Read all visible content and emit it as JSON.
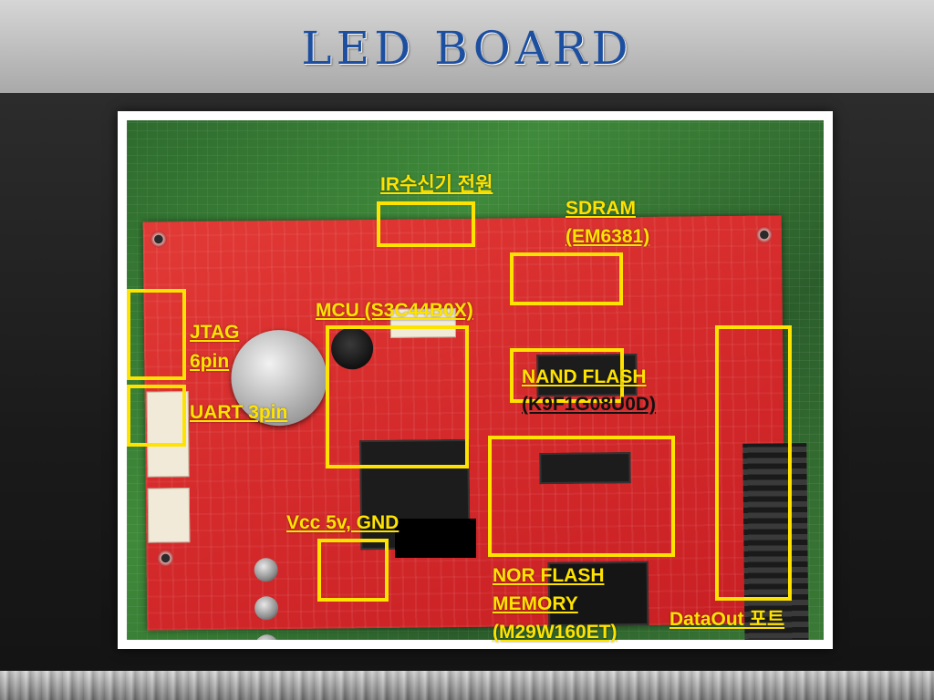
{
  "slide": {
    "title": "LED BOARD"
  },
  "labels": {
    "ir_power": "IR수신기 전원",
    "sdram_line1": "SDRAM",
    "sdram_line2": "(EM6381)",
    "mcu": "MCU (S3C44B0X)",
    "jtag_line1": "JTAG",
    "jtag_line2": "6pin",
    "nand_line1": "NAND FLASH",
    "nand_line2": "(K9F1G08U0D)",
    "uart": "UART 3pin",
    "vcc": "Vcc 5v, GND",
    "nor_line1": "NOR FLASH",
    "nor_line2": "MEMORY",
    "nor_line3": "(M29W160ET)",
    "dataout": "DataOut 포트"
  },
  "colors": {
    "title": "#1d4fa0",
    "annotation": "#ffe300",
    "pcb": "#d52b2c",
    "backdrop": "#1e1e1e"
  }
}
